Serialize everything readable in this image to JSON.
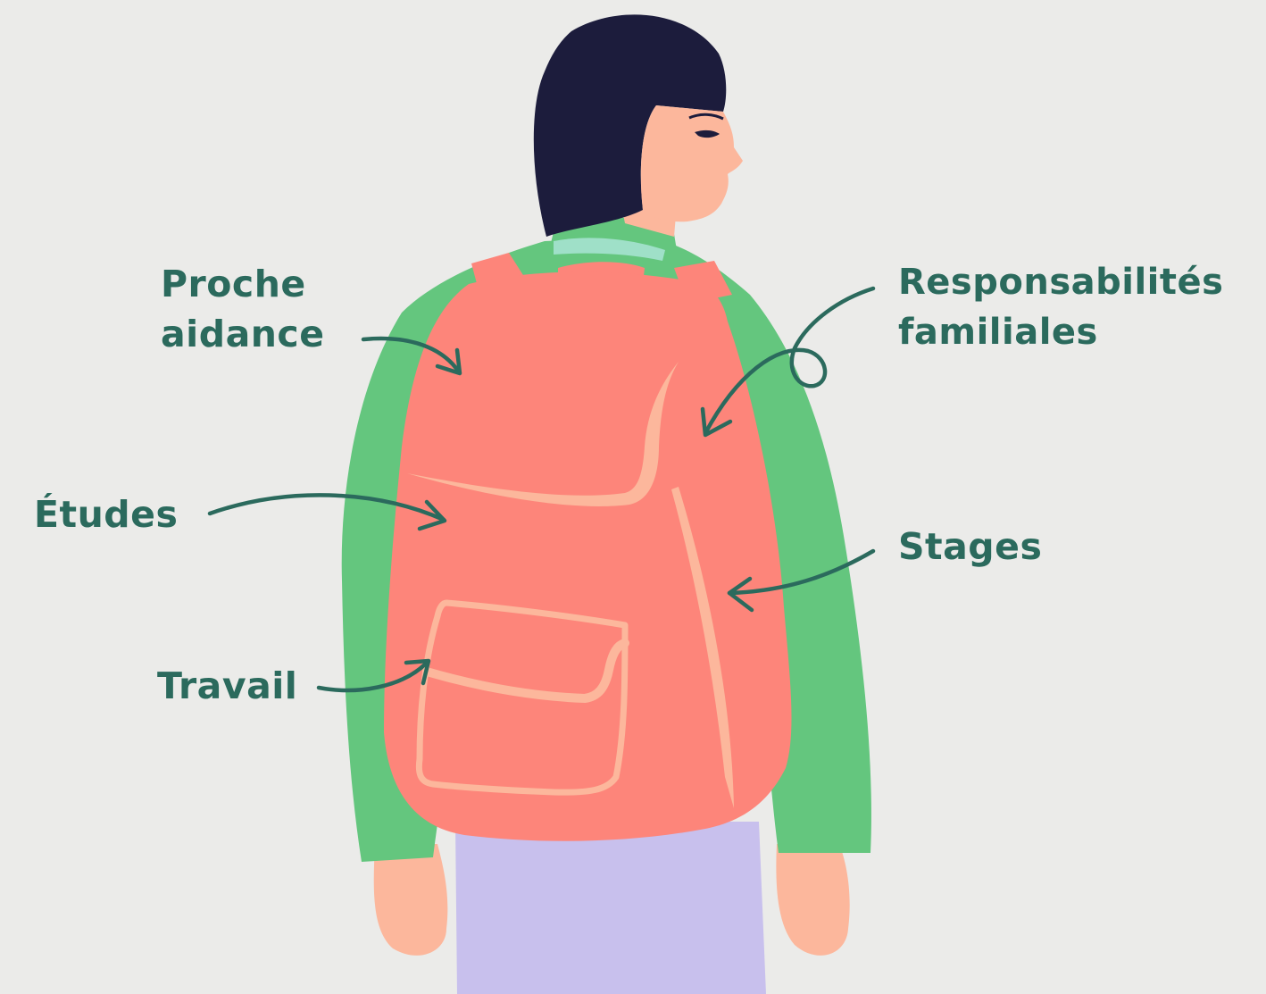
{
  "labels": {
    "proche_aidance": [
      "Proche",
      "aidance"
    ],
    "responsabilites_familiales": [
      "Responsabilités",
      "familiales"
    ],
    "etudes": "Études",
    "stages": "Stages",
    "travail": "Travail"
  },
  "colors": {
    "background": "#ebebe9",
    "label_text": "#2b6a5d",
    "arrow": "#2b6a5d",
    "hair": "#1c1c3c",
    "skin": "#fcb79c",
    "sweater": "#64c67e",
    "collar": "#9fe0c8",
    "backpack": "#fd857a",
    "backpack_trim": "#fcb79c",
    "pants": "#c8c0ed"
  }
}
